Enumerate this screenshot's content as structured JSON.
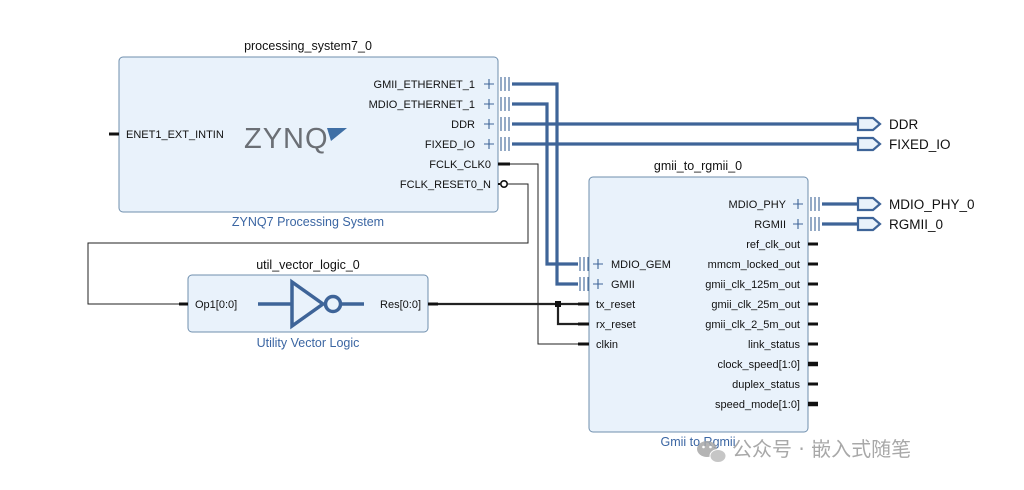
{
  "ps7": {
    "instance": "processing_system7_0",
    "subtitle": "ZYNQ7 Processing System",
    "logo": "ZYNQ",
    "left_pins": [
      "ENET1_EXT_INTIN"
    ],
    "right_pins": [
      "GMII_ETHERNET_1",
      "MDIO_ETHERNET_1",
      "DDR",
      "FIXED_IO",
      "FCLK_CLK0",
      "FCLK_RESET0_N"
    ]
  },
  "gmii": {
    "instance": "gmii_to_rgmii_0",
    "subtitle": "Gmii to Rgmii",
    "left_pins": [
      "MDIO_GEM",
      "GMII",
      "tx_reset",
      "rx_reset",
      "clkin"
    ],
    "right_pins": [
      "MDIO_PHY",
      "RGMII",
      "ref_clk_out",
      "mmcm_locked_out",
      "gmii_clk_125m_out",
      "gmii_clk_25m_out",
      "gmii_clk_2_5m_out",
      "link_status",
      "clock_speed[1:0]",
      "duplex_status",
      "speed_mode[1:0]"
    ]
  },
  "uvl": {
    "instance": "util_vector_logic_0",
    "subtitle": "Utility Vector Logic",
    "input": "Op1[0:0]",
    "output": "Res[0:0]"
  },
  "external_ports": [
    "DDR",
    "FIXED_IO",
    "MDIO_PHY_0",
    "RGMII_0"
  ],
  "watermark": "公众号 · 嵌入式随笔",
  "colors": {
    "block_fill": "#e9f2fb",
    "block_border": "#6f8fae",
    "bus": "#3e6498",
    "subtitle": "#3b66a3"
  }
}
